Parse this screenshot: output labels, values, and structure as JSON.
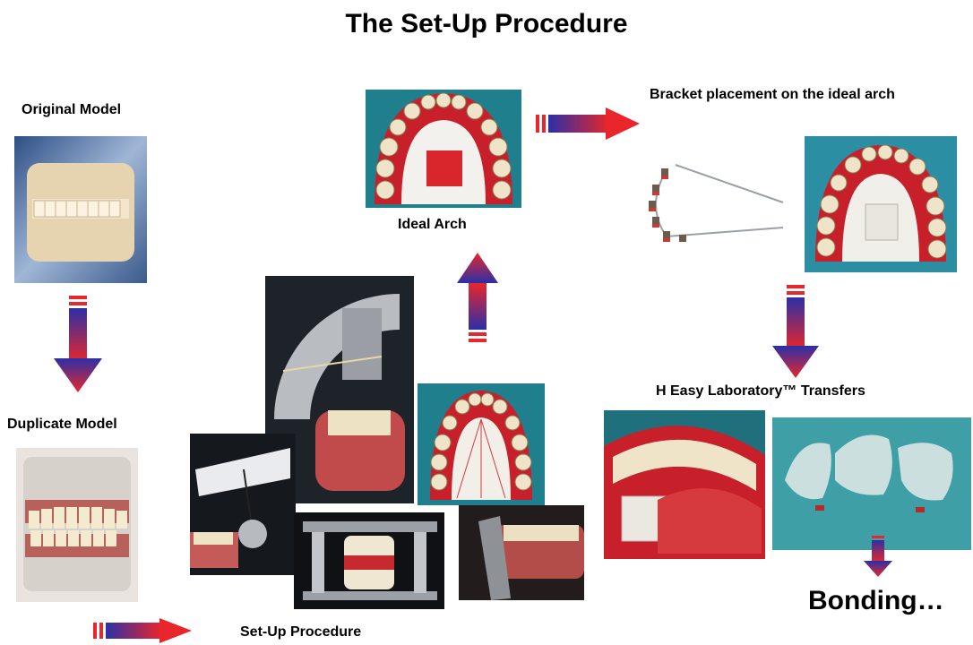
{
  "title": "The Set-Up Procedure",
  "labels": {
    "original_model": "Original Model",
    "duplicate_model": "Duplicate Model",
    "ideal_arch": "Ideal Arch",
    "bracket_placement": "Bracket placement on the ideal arch",
    "easy_lab_transfers": "H Easy Laboratory™ Transfers",
    "bonding": "Bonding…",
    "setup_procedure": "Set-Up Procedure"
  },
  "colors": {
    "arrow_blue": "#2b2fa8",
    "arrow_red": "#e8262b",
    "gum_red": "#c8202a",
    "teeth": "#efe4c8",
    "teal_bg": "#1f7f8c"
  }
}
